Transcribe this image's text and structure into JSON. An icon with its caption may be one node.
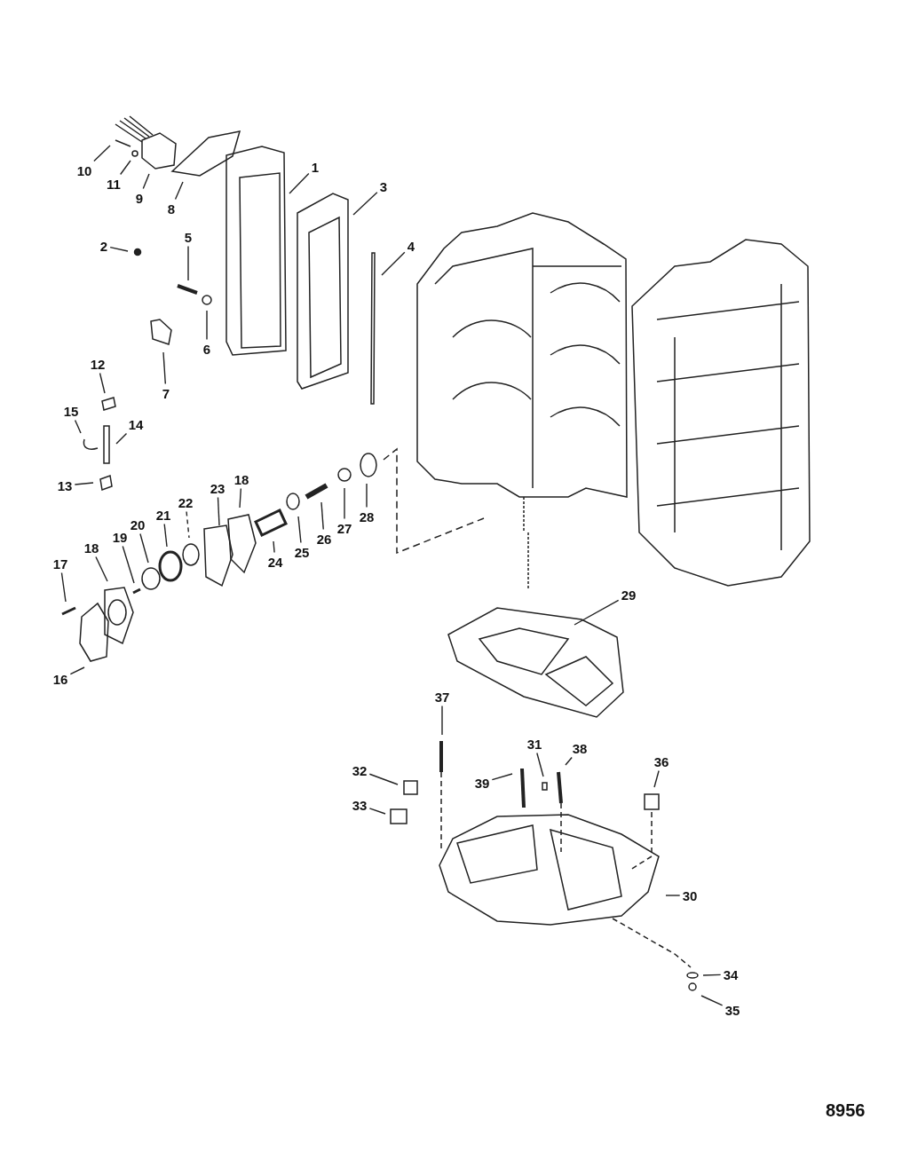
{
  "diagram": {
    "nodes": [
      {
        "text": [
          "1"
        ]
      },
      {
        "text": [
          "10"
        ]
      },
      {
        "text": [
          "11"
        ]
      },
      {
        "text": [
          "3"
        ]
      },
      {
        "text": [
          "9"
        ]
      },
      {
        "text": [
          "8"
        ]
      },
      {
        "text": [
          "5"
        ]
      },
      {
        "text": [
          "2"
        ]
      },
      {
        "text": [
          "4"
        ]
      },
      {
        "text": [
          "6"
        ]
      },
      {
        "text": [
          "12"
        ]
      },
      {
        "text": [
          "7"
        ]
      },
      {
        "text": [
          "15"
        ]
      },
      {
        "text": [
          "14"
        ]
      },
      {
        "text": [
          "18"
        ]
      },
      {
        "text": [
          "13"
        ]
      },
      {
        "text": [
          "23"
        ]
      },
      {
        "text": [
          "22"
        ]
      },
      {
        "text": [
          "21"
        ]
      },
      {
        "text": [
          "28"
        ]
      },
      {
        "text": [
          "20"
        ]
      },
      {
        "text": [
          "27"
        ]
      },
      {
        "text": [
          "19"
        ]
      },
      {
        "text": [
          "26"
        ]
      },
      {
        "text": [
          "18"
        ]
      },
      {
        "text": [
          "25"
        ]
      },
      {
        "text": [
          "24"
        ]
      },
      {
        "text": [
          "17"
        ]
      },
      {
        "text": [
          "29"
        ]
      },
      {
        "text": [
          "16"
        ]
      },
      {
        "text": [
          "37"
        ]
      },
      {
        "text": [
          "31"
        ]
      },
      {
        "text": [
          "38"
        ]
      },
      {
        "text": [
          "36"
        ]
      },
      {
        "text": [
          "32"
        ]
      },
      {
        "text": [
          "39"
        ]
      },
      {
        "text": [
          "33"
        ]
      },
      {
        "text": [
          "30"
        ]
      },
      {
        "text": [
          "34"
        ]
      },
      {
        "text": [
          "35"
        ]
      }
    ],
    "edges": [
      {
        "from": 0,
        "to": null,
        "arrow": "none"
      },
      {
        "from": 1,
        "to": null,
        "arrow": "none"
      },
      {
        "from": 2,
        "to": null,
        "arrow": "none"
      },
      {
        "from": 3,
        "to": null,
        "arrow": "none"
      },
      {
        "from": 4,
        "to": null,
        "arrow": "none"
      },
      {
        "from": 5,
        "to": null,
        "arrow": "none"
      },
      {
        "from": 6,
        "to": null,
        "arrow": "none"
      },
      {
        "from": 7,
        "to": null,
        "arrow": "none"
      },
      {
        "from": 8,
        "to": null,
        "arrow": "none"
      },
      {
        "from": 9,
        "to": null,
        "arrow": "none"
      },
      {
        "from": 10,
        "to": null,
        "arrow": "none"
      },
      {
        "from": 11,
        "to": null,
        "arrow": "none"
      },
      {
        "from": 12,
        "to": null,
        "arrow": "none"
      },
      {
        "from": 13,
        "to": null,
        "arrow": "none"
      },
      {
        "from": 14,
        "to": null,
        "arrow": "none"
      },
      {
        "from": 15,
        "to": null,
        "arrow": "none"
      },
      {
        "from": 16,
        "to": null,
        "arrow": "none"
      },
      {
        "from": 17,
        "to": null,
        "arrow": "none",
        "style": "dashed"
      },
      {
        "from": 18,
        "to": null,
        "arrow": "none"
      },
      {
        "from": 19,
        "to": null,
        "arrow": "none"
      },
      {
        "from": 20,
        "to": null,
        "arrow": "none"
      },
      {
        "from": 21,
        "to": null,
        "arrow": "none"
      },
      {
        "from": 22,
        "to": null,
        "arrow": "none"
      },
      {
        "from": 23,
        "to": null,
        "arrow": "none"
      },
      {
        "from": 24,
        "to": null,
        "arrow": "none"
      },
      {
        "from": 25,
        "to": null,
        "arrow": "none"
      },
      {
        "from": 26,
        "to": null,
        "arrow": "none"
      },
      {
        "from": 27,
        "to": null,
        "arrow": "none"
      },
      {
        "from": 28,
        "to": null,
        "arrow": "none"
      },
      {
        "from": 29,
        "to": null,
        "arrow": "none"
      },
      {
        "from": 30,
        "to": null,
        "arrow": "none"
      },
      {
        "from": 31,
        "to": null,
        "arrow": "none"
      },
      {
        "from": 32,
        "to": null,
        "arrow": "none"
      },
      {
        "from": 33,
        "to": null,
        "arrow": "none"
      },
      {
        "from": 34,
        "to": null,
        "arrow": "none"
      },
      {
        "from": 35,
        "to": null,
        "arrow": "none"
      },
      {
        "from": 36,
        "to": null,
        "arrow": "none"
      },
      {
        "from": 37,
        "to": null,
        "arrow": "none"
      },
      {
        "from": 38,
        "to": null,
        "arrow": "none"
      },
      {
        "from": 39,
        "to": null,
        "arrow": "none"
      }
    ],
    "labels": [
      "8956"
    ]
  }
}
